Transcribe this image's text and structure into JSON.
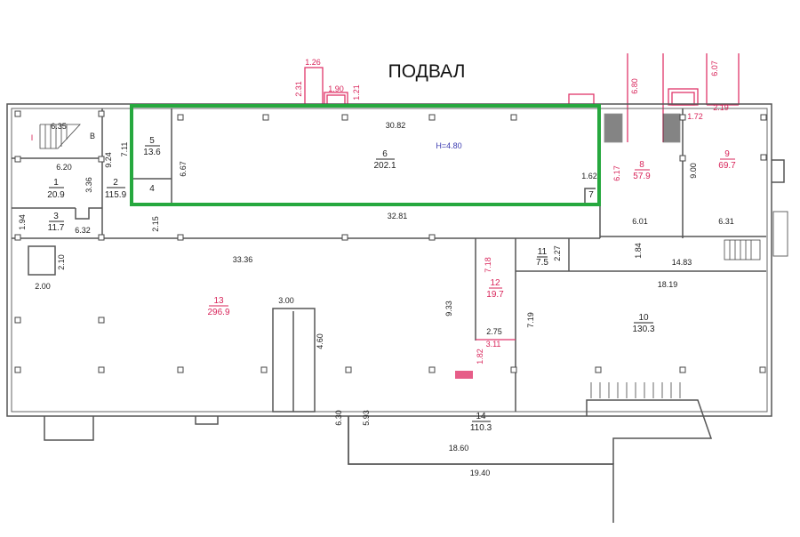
{
  "title": "ПОДВАЛ",
  "ceiling_height": "H=4.80",
  "stair_labels": {
    "left": "I",
    "right": "B"
  },
  "highlight_color": "#26a83e",
  "rooms": [
    {
      "number": "1",
      "area": "20.9"
    },
    {
      "number": "2",
      "area": "115.9"
    },
    {
      "number": "3",
      "area": "11.7"
    },
    {
      "number": "4",
      "area": ""
    },
    {
      "number": "5",
      "area": "13.6"
    },
    {
      "number": "6",
      "area": "202.1"
    },
    {
      "number": "7",
      "area": ""
    },
    {
      "number": "8",
      "area": "57.9"
    },
    {
      "number": "9",
      "area": "69.7"
    },
    {
      "number": "10",
      "area": "130.3"
    },
    {
      "number": "11",
      "area": "7.5"
    },
    {
      "number": "12",
      "area": "19.7"
    },
    {
      "number": "13",
      "area": "296.9"
    },
    {
      "number": "14",
      "area": "110.3"
    }
  ],
  "dimensions": [
    "6.35",
    "6.20",
    "9.24",
    "3.36",
    "7.11",
    "6.67",
    "1.94",
    "6.32",
    "2.15",
    "30.82",
    "1.62",
    "32.81",
    "2.31",
    "1.26",
    "1.90",
    "1.21",
    "6.80",
    "6.07",
    "2.19",
    "1.72",
    "6.17",
    "9.00",
    "6.01",
    "6.31",
    "1.84",
    "14.83",
    "2.27",
    "7.18",
    "2.10",
    "33.36",
    "2.00",
    "18.19",
    "3.00",
    "9.33",
    "7.19",
    "2.75",
    "3.11",
    "4.60",
    "1.82",
    "6.30",
    "5.93",
    "18.60",
    "19.40"
  ]
}
